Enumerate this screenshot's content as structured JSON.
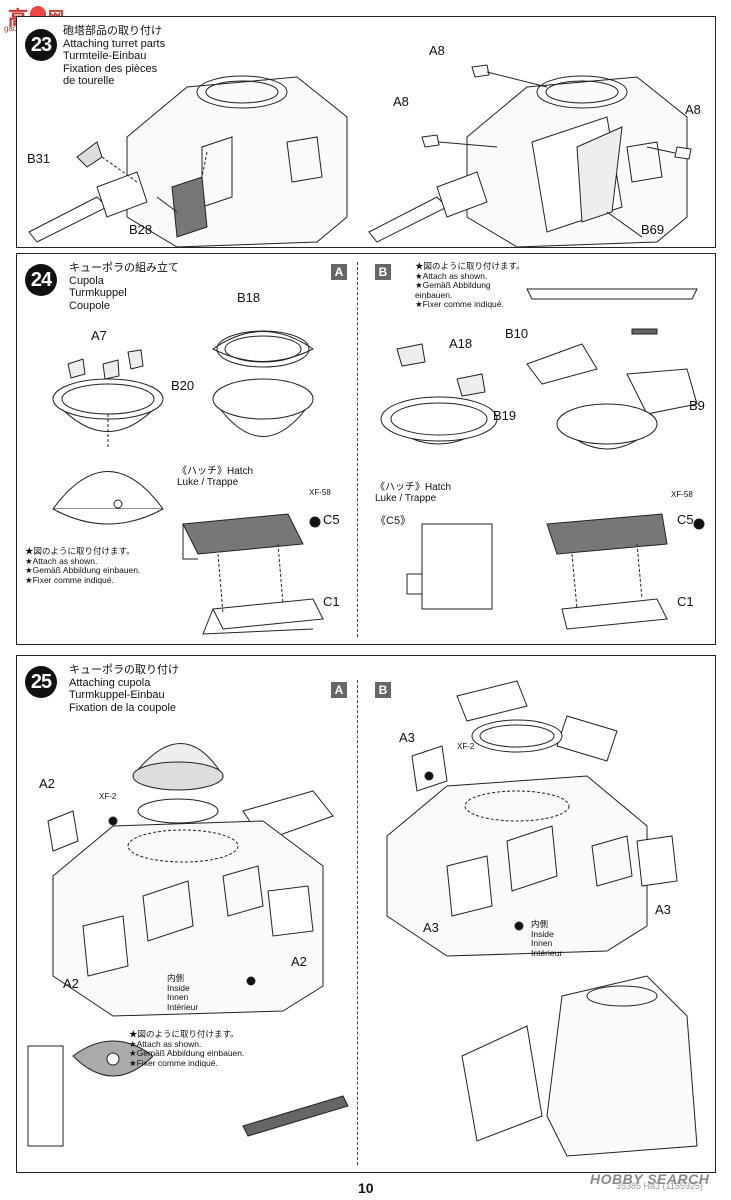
{
  "watermark": {
    "top": "高",
    "bottom": "gao-shou.com"
  },
  "step23": {
    "number": "23",
    "title_jp": "砲塔部品の取り付け",
    "title_en": "Attaching turret parts",
    "title_de": "Turmteile-Einbau",
    "title_fr1": "Fixation des pièces",
    "title_fr2": "de tourelle",
    "labels": {
      "b31": "B31",
      "b28": "B28",
      "a8_top": "A8",
      "a8_left": "A8",
      "a8_right": "A8",
      "b69": "B69"
    }
  },
  "step24": {
    "number": "24",
    "title_jp": "キューポラの組み立て",
    "title_en": "Cupola",
    "title_de": "Turmkuppel",
    "title_fr": "Coupole",
    "variant_a": "A",
    "variant_b": "B",
    "labels": {
      "b18": "B18",
      "a7": "A7",
      "b20": "B20",
      "c5_a": "C5",
      "c1_a": "C1",
      "a18": "A18",
      "b19": "B19",
      "b10": "B10",
      "b9": "B9",
      "c5_b": "C5",
      "c1_b": "C1",
      "c5_ref": "《C5》"
    },
    "hatch_a": "《ハッチ》Hatch",
    "hatch_a2": "Luke / Trappe",
    "hatch_b": "《ハッチ》Hatch",
    "hatch_b2": "Luke / Trappe",
    "paint_a": "XF-58",
    "paint_b": "XF-58",
    "note_left": [
      "★図のように取り付けます。",
      "★Attach as shown.",
      "★Gemäß Abbildung einbauen.",
      "★Fixer comme indiqué."
    ],
    "note_right": [
      "★図のように取り付けます。",
      "★Attach as shown.",
      "★Gemäß Abbildung",
      "einbauen.",
      "★Fixer comme indiqué."
    ]
  },
  "step25": {
    "number": "25",
    "title_jp": "キューポラの取り付け",
    "title_en": "Attaching cupola",
    "title_de": "Turmkuppel-Einbau",
    "title_fr": "Fixation de la coupole",
    "variant_a": "A",
    "variant_b": "B",
    "labels": {
      "a2_top": "A2",
      "a2_right": "A2",
      "a2_bottom": "A2",
      "a3_top": "A3",
      "a3_left": "A3",
      "a3_right": "A3"
    },
    "paint": "XF-2",
    "inside": [
      "内側",
      "Inside",
      "Innen",
      "Intérieur"
    ],
    "note": [
      "★図のように取り付けます。",
      "★Attach as shown.",
      "★Gemäß Abbildung einbauen.",
      "★Fixer comme indiqué."
    ]
  },
  "footer": {
    "page": "10",
    "code": "35385 Ha3 (1155925)",
    "brand": "HOBBY SEARCH"
  }
}
